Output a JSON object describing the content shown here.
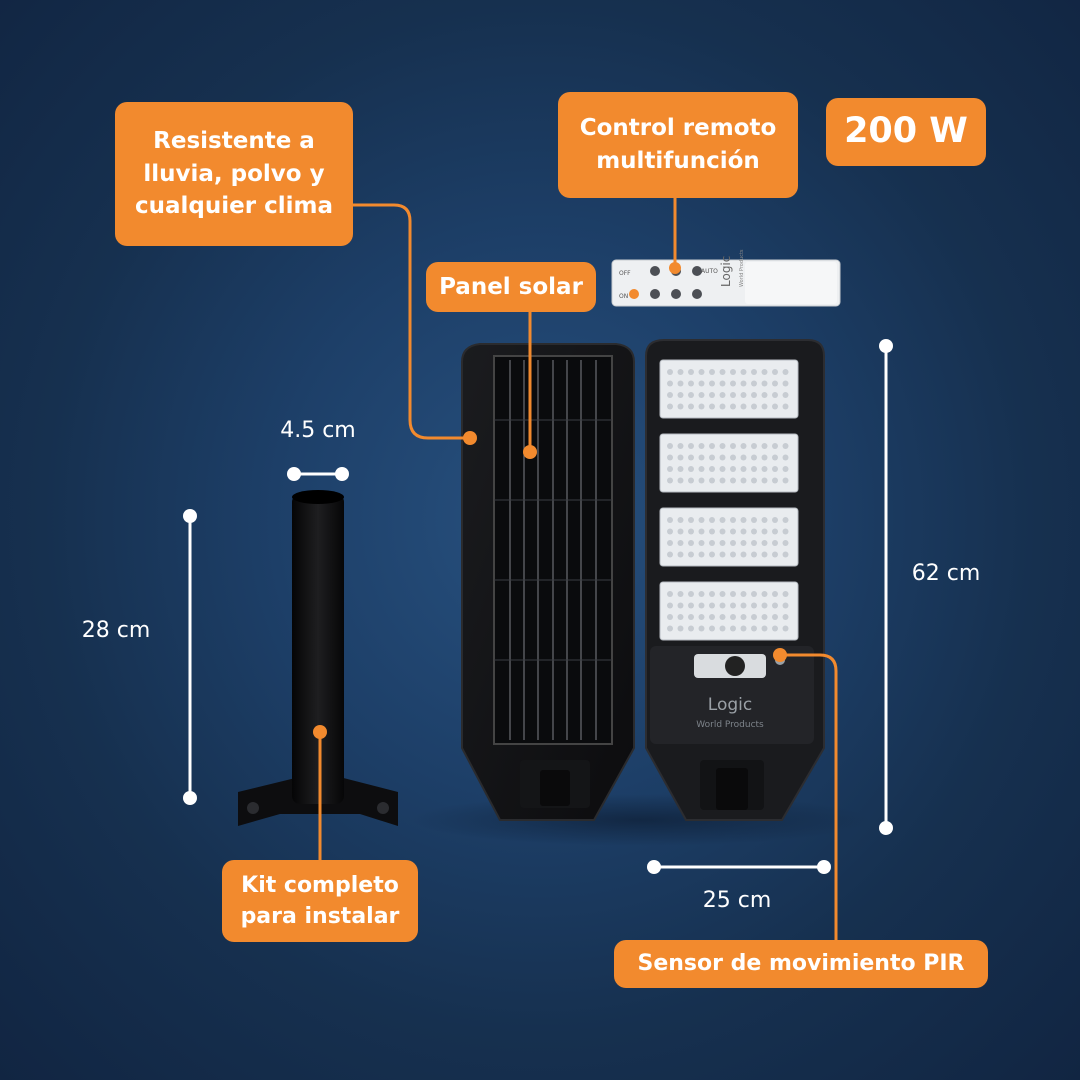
{
  "labels": {
    "weather": "Resistente a\nlluvia, polvo y\ncualquier clima",
    "remote": "Control remoto\nmultifunción",
    "power": "200 W",
    "solar": "Panel solar",
    "kit": "Kit completo\npara instalar",
    "sensor": "Sensor de movimiento PIR"
  },
  "dimensions": {
    "pipe_width": "4.5 cm",
    "pipe_height": "28 cm",
    "lamp_height": "62 cm",
    "lamp_width": "25 cm"
  },
  "branding": {
    "lamp_logo": "Logic",
    "lamp_subtitle": "World Products",
    "remote_logo": "Logic",
    "remote_subtitle": "World Products"
  },
  "remote_buttons": [
    "OFF",
    "ON",
    "AUTO"
  ],
  "colors": {
    "accent": "#f28a2e",
    "background": "#1d3f68",
    "text": "#ffffff",
    "product": "#1c1c1e"
  }
}
